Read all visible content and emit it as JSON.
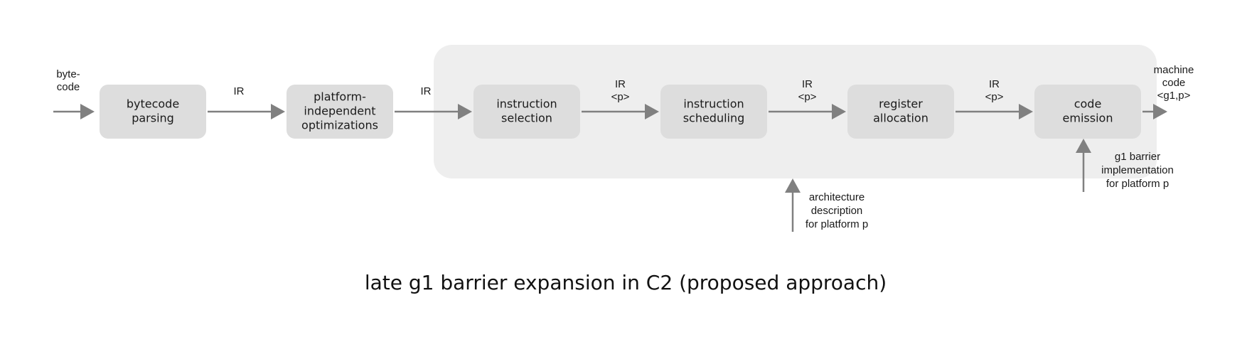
{
  "diagram": {
    "title": "late g1 barrier expansion in C2 (proposed approach)",
    "colors": {
      "box_fill": "#dddddd",
      "group_fill": "#eeeeee",
      "arrow": "#808080",
      "text": "#1a1a1a"
    },
    "input_label": [
      "byte-",
      "code"
    ],
    "stages": [
      {
        "id": "bytecode-parsing",
        "lines": [
          "bytecode",
          "parsing"
        ]
      },
      {
        "id": "platform-independent-optimizations",
        "lines": [
          "platform-",
          "independent",
          "optimizations"
        ]
      },
      {
        "id": "instruction-selection",
        "lines": [
          "instruction",
          "selection"
        ]
      },
      {
        "id": "instruction-scheduling",
        "lines": [
          "instruction",
          "scheduling"
        ]
      },
      {
        "id": "register-allocation",
        "lines": [
          "register",
          "allocation"
        ]
      },
      {
        "id": "code-emission",
        "lines": [
          "code",
          "emission"
        ]
      }
    ],
    "edge_labels": [
      [
        "IR"
      ],
      [
        "IR"
      ],
      [
        "IR",
        "<p>"
      ],
      [
        "IR",
        "<p>"
      ],
      [
        "IR",
        "<p>"
      ]
    ],
    "output_label": [
      "machine",
      "code",
      "<g1,p>"
    ],
    "side_inputs": [
      {
        "id": "architecture-description",
        "lines": [
          "architecture",
          "description",
          "for platform p"
        ]
      },
      {
        "id": "g1-barrier-implementation",
        "lines": [
          "g1 barrier",
          "implementation",
          "for platform p"
        ]
      }
    ]
  }
}
